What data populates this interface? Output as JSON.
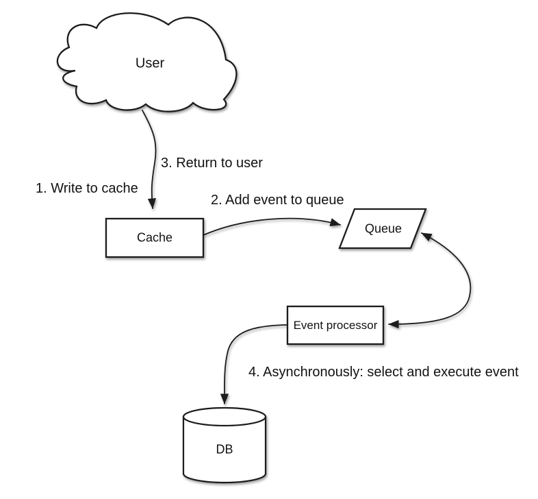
{
  "nodes": {
    "user": {
      "label": "User",
      "shape": "cloud"
    },
    "cache": {
      "label": "Cache",
      "shape": "rectangle"
    },
    "queue": {
      "label": "Queue",
      "shape": "parallelogram"
    },
    "event_processor": {
      "label": "Event processor",
      "shape": "rectangle"
    },
    "db": {
      "label": "DB",
      "shape": "cylinder"
    }
  },
  "edges": [
    {
      "id": "user-to-cache",
      "from": "user",
      "to": "cache",
      "arrow": "single",
      "labels": [
        "1. Write to cache",
        "3. Return to user"
      ]
    },
    {
      "id": "cache-to-queue",
      "from": "cache",
      "to": "queue",
      "arrow": "single",
      "labels": [
        "2. Add event to queue"
      ]
    },
    {
      "id": "queue-to-event-processor",
      "from": "queue",
      "to": "event_processor",
      "arrow": "double",
      "labels": []
    },
    {
      "id": "event-processor-to-db",
      "from": "event_processor",
      "to": "db",
      "arrow": "single",
      "labels": [
        "4. Asynchronously: select and execute event"
      ]
    }
  ],
  "colors": {
    "background": "#ffffff",
    "shape_fill": "#ffffff",
    "stroke": "#1a1a1a",
    "text": "#111111",
    "shadow": "rgba(0,0,0,0.40)"
  }
}
